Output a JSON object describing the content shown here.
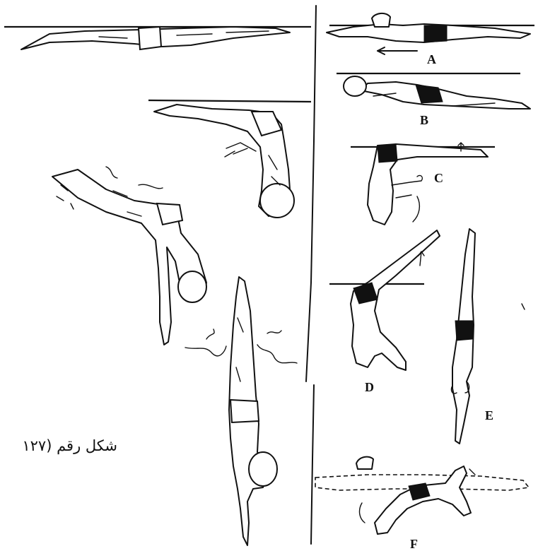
{
  "labels": {
    "a": "A",
    "b": "B",
    "c": "C",
    "d": "D",
    "e": "E",
    "f": "F"
  },
  "caption": "شكل رقم (١٢٧"
}
